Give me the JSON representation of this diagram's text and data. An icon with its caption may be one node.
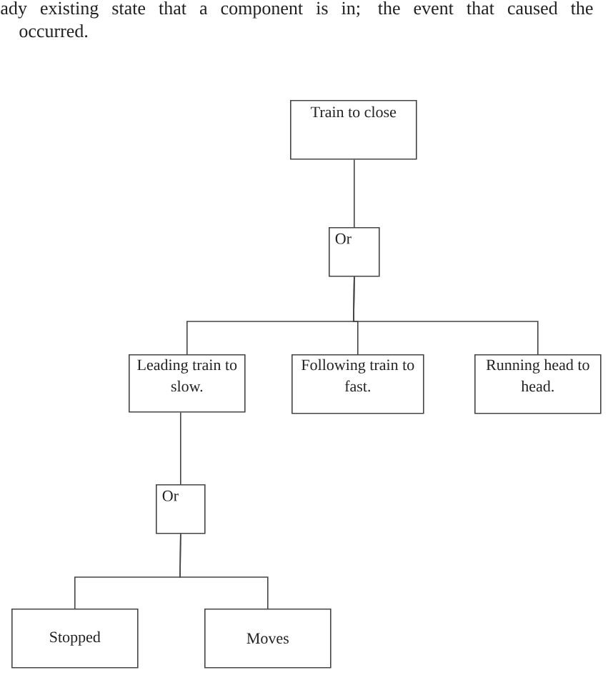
{
  "diagram": {
    "nodes": [
      {
        "text": [
          "Train to close"
        ]
      },
      {
        "text": [
          "Or"
        ]
      },
      {
        "text": [
          "Leading train to slow."
        ]
      },
      {
        "text": [
          "Following train to fast."
        ]
      },
      {
        "text": [
          "Running head to head."
        ]
      },
      {
        "text": [
          "Or"
        ]
      },
      {
        "text": [
          "Stopped"
        ]
      },
      {
        "text": [
          "Moves"
        ]
      }
    ],
    "edges": [
      {
        "from": 0,
        "to": 1,
        "arrow": "none"
      },
      {
        "from": 1,
        "to": 2,
        "arrow": "none"
      },
      {
        "from": 1,
        "to": 3,
        "arrow": "none"
      },
      {
        "from": 1,
        "to": 4,
        "arrow": "none"
      },
      {
        "from": 2,
        "to": 5,
        "arrow": "none"
      },
      {
        "from": 5,
        "to": 6,
        "arrow": "none"
      },
      {
        "from": 5,
        "to": 7,
        "arrow": "none"
      }
    ],
    "labels": [
      "ady existing state that a component is in; the event that caused the",
      "occurred."
    ]
  }
}
